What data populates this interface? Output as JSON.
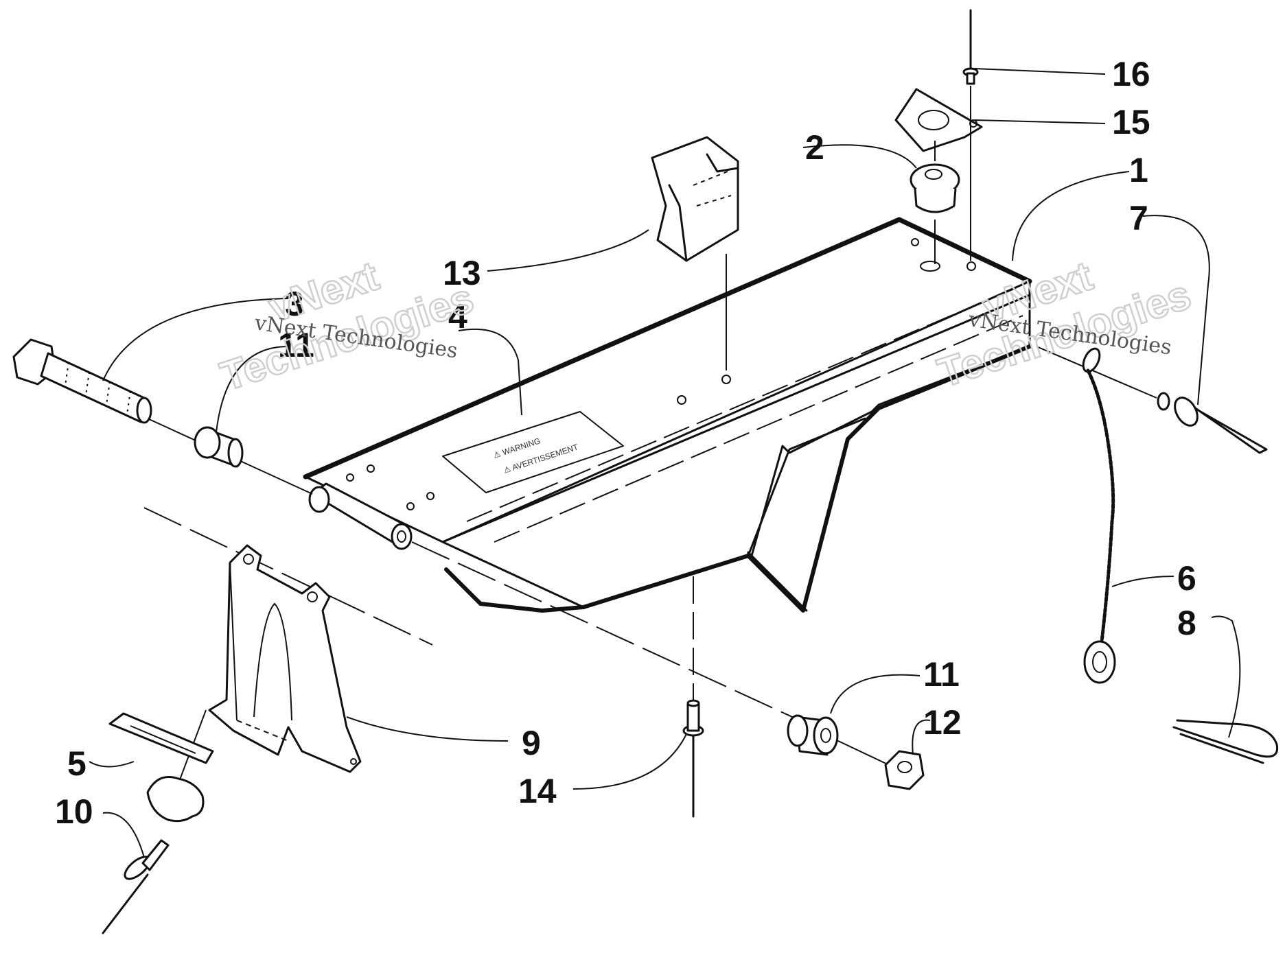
{
  "callouts": [
    {
      "id": "c1",
      "label": "1"
    },
    {
      "id": "c2",
      "label": "2"
    },
    {
      "id": "c3",
      "label": "3"
    },
    {
      "id": "c4",
      "label": "4"
    },
    {
      "id": "c5",
      "label": "5"
    },
    {
      "id": "c6",
      "label": "6"
    },
    {
      "id": "c7",
      "label": "7"
    },
    {
      "id": "c8",
      "label": "8"
    },
    {
      "id": "c9",
      "label": "9"
    },
    {
      "id": "c10",
      "label": "10"
    },
    {
      "id": "c11a",
      "label": "11"
    },
    {
      "id": "c11b",
      "label": "11"
    },
    {
      "id": "c12",
      "label": "12"
    },
    {
      "id": "c13",
      "label": "13"
    },
    {
      "id": "c14",
      "label": "14"
    },
    {
      "id": "c15",
      "label": "15"
    },
    {
      "id": "c16",
      "label": "16"
    }
  ],
  "watermark": {
    "brand": "vNext",
    "company": "vNext Technologies",
    "word": "Technologies"
  },
  "decal": {
    "line1": "⚠ WARNING",
    "line2": "⚠ AVERTISSEMENT"
  }
}
